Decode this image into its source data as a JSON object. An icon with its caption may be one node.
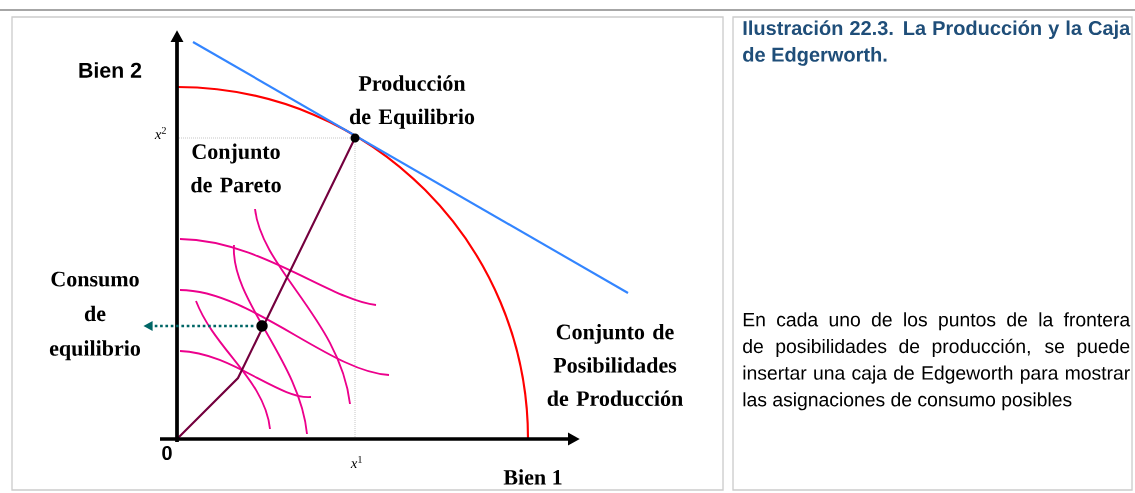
{
  "diagram": {
    "title": "Ilustración 22.3. La Producción y la Caja de Edgerworth.",
    "caption": "En cada uno de los puntos de la frontera de posibilidades de producción, se puede insertar una caja de Edgeworth para mostrar las asignaciones de consumo posibles",
    "nodes": [
      {
        "text": [],
        "shape": "circle"
      },
      {
        "text": [
          "Consumo de equilibrio"
        ]
      }
    ],
    "edges": [
      {
        "from": 0,
        "to": 1,
        "arrow": "to",
        "style": "dashed",
        "color": "#006666"
      }
    ],
    "labels": [
      "Bien 2",
      "*x*$^{2}$",
      "Producción de Equilibrio",
      "Conjunto de Pareto",
      "Conjunto de Posibilidades de Producción",
      "0",
      "*x*$^{1}$",
      "Bien 1"
    ]
  }
}
